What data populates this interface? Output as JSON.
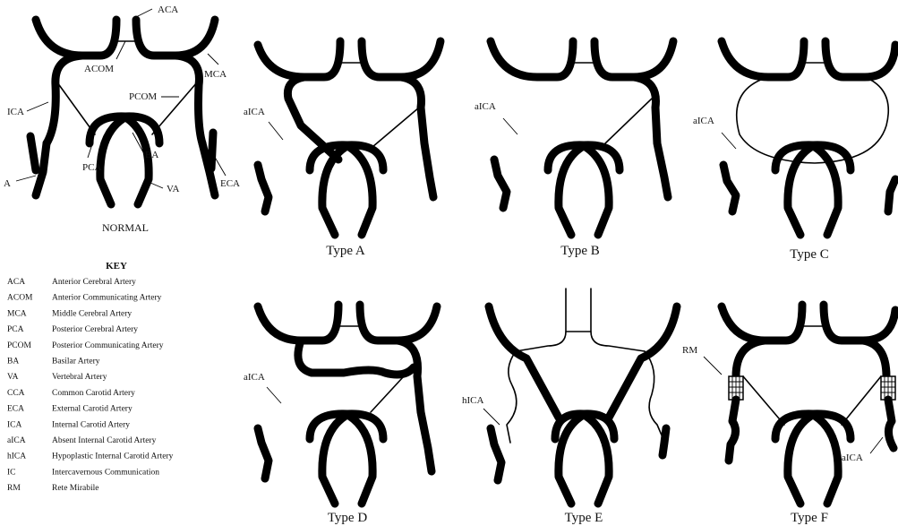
{
  "normal": {
    "caption": "NORMAL",
    "labels": {
      "aca": "ACA",
      "acom": "ACOM",
      "mca": "MCA",
      "pcom": "PCOM",
      "ica": "ICA",
      "pca": "PCA",
      "ba": "BA",
      "va": "VA",
      "eca": "ECA",
      "cca": "A"
    }
  },
  "types": [
    {
      "caption": "Type A",
      "label": "aICA"
    },
    {
      "caption": "Type B",
      "label": "aICA"
    },
    {
      "caption": "Type C",
      "label": "aICA"
    },
    {
      "caption": "Type D",
      "label": "aICA"
    },
    {
      "caption": "Type E",
      "label": "hICA"
    },
    {
      "caption": "Type F",
      "label": "RM",
      "label2": "aICA"
    }
  ],
  "key": {
    "title": "KEY",
    "entries": [
      {
        "abbr": "ACA",
        "desc": "Anterior Cerebral Artery"
      },
      {
        "abbr": "ACOM",
        "desc": "Anterior Communicating Artery"
      },
      {
        "abbr": "MCA",
        "desc": "Middle Cerebral Artery"
      },
      {
        "abbr": "PCA",
        "desc": "Posterior Cerebral Artery"
      },
      {
        "abbr": "PCOM",
        "desc": "Posterior Communicating Artery"
      },
      {
        "abbr": "BA",
        "desc": "Basilar Artery"
      },
      {
        "abbr": "VA",
        "desc": "Vertebral Artery"
      },
      {
        "abbr": "CCA",
        "desc": "Common Carotid Artery"
      },
      {
        "abbr": "ECA",
        "desc": "External Carotid Artery"
      },
      {
        "abbr": "ICA",
        "desc": "Internal Carotid Artery"
      },
      {
        "abbr": "aICA",
        "desc": "Absent Internal Carotid Artery"
      },
      {
        "abbr": "hICA",
        "desc": "Hypoplastic Internal Carotid Artery"
      },
      {
        "abbr": "IC",
        "desc": "Intercavernous Communication"
      },
      {
        "abbr": "RM",
        "desc": "Rete Mirabile"
      }
    ]
  }
}
